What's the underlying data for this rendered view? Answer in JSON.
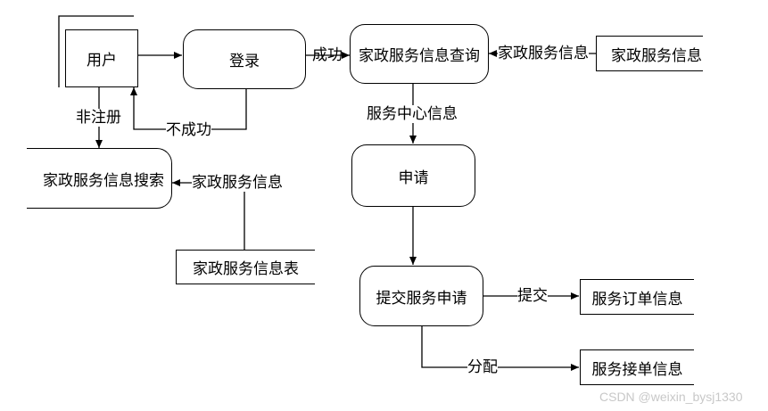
{
  "nodes": {
    "user": "用户",
    "login": "登录",
    "query": "家政服务信息查询",
    "search": "家政服务信息搜索",
    "apply": "申请",
    "submit": "提交服务申请"
  },
  "stores": {
    "info_top": "家政服务信息",
    "info_table": "家政服务信息表",
    "order_info": "服务订单信息",
    "accept_info": "服务接单信息"
  },
  "edges": {
    "success": "成功",
    "fail": "不成功",
    "unregistered": "非注册",
    "service_center_info": "服务中心信息",
    "info_to_query": "家政服务信息",
    "info_to_search": "家政服务信息",
    "submit_label": "提交",
    "assign_label": "分配"
  },
  "watermark": "CSDN @weixin_bysj1330"
}
